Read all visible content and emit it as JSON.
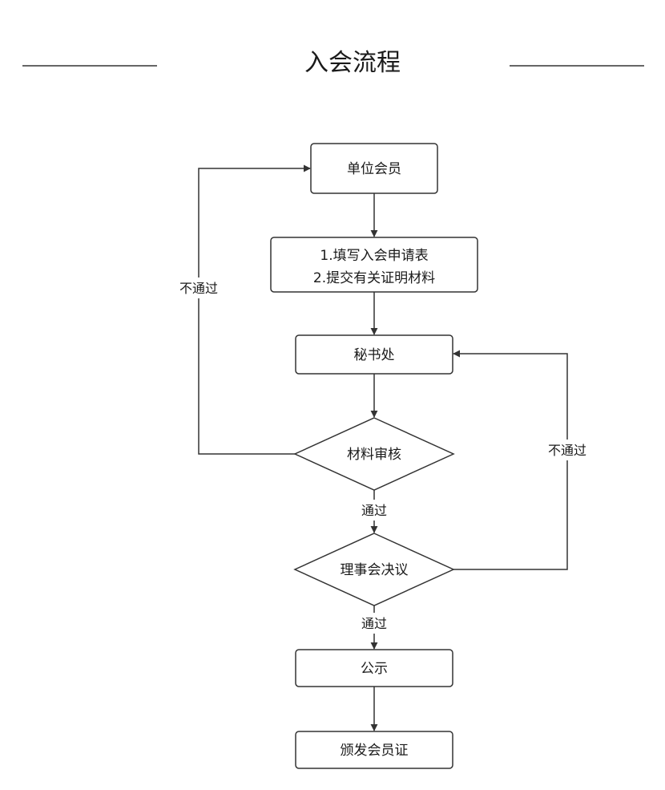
{
  "title": "入会流程",
  "nodes": {
    "member": "单位会员",
    "apply_line1": "1.填写入会申请表",
    "apply_line2": "2.提交有关证明材料",
    "secretariat": "秘书处",
    "review": "材料审核",
    "board": "理事会决议",
    "publicity": "公示",
    "certificate": "颁发会员证"
  },
  "edge_labels": {
    "review_fail": "不通过",
    "board_fail": "不通过",
    "review_pass": "通过",
    "board_pass": "通过"
  }
}
